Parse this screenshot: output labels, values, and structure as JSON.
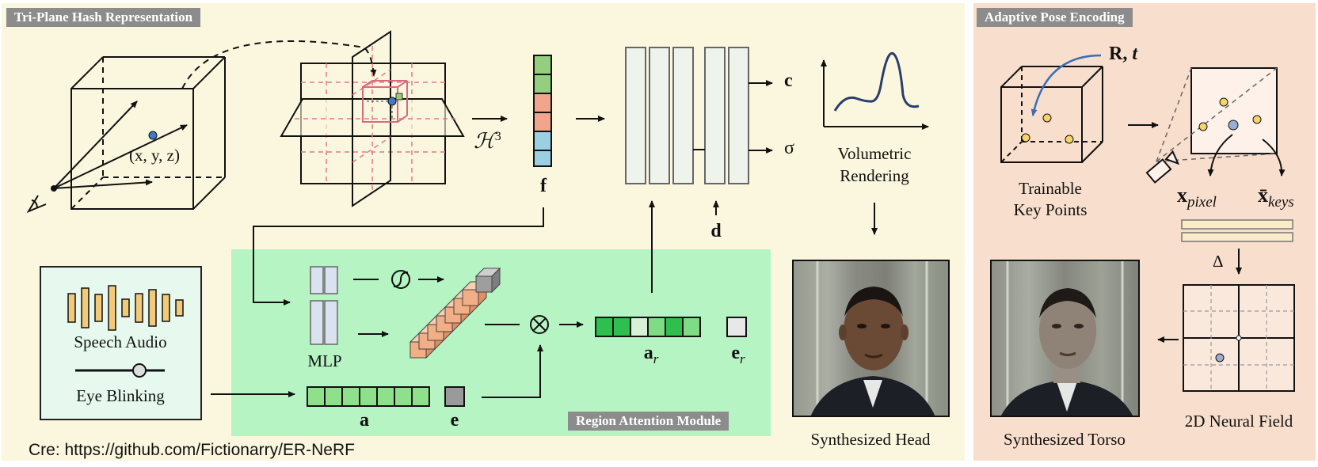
{
  "sections": {
    "left_title": "Tri-Plane Hash Representation",
    "right_title": "Adaptive Pose Encoding",
    "module_title": "Region Attention  Module"
  },
  "labels": {
    "coord": "(x, y, z)",
    "hash": "ℋ",
    "hash_exp": "3",
    "feature": "f",
    "color_out": "c",
    "density_out": "σ",
    "dir_in": "d",
    "volumetric_line1": "Volumetric",
    "volumetric_line2": "Rendering",
    "mlp": "MLP",
    "speech_audio": "Speech Audio",
    "eye_blinking": "Eye Blinking",
    "a": "a",
    "e": "e",
    "a_r": "a",
    "a_r_sub": "r",
    "e_r": "e",
    "e_r_sub": "r",
    "synth_head": "Synthesized Head",
    "rt": "R, ",
    "rt_t": "t",
    "trainable_line1": "Trainable",
    "trainable_line2": "Key Points",
    "x_pixel": "x",
    "x_pixel_sub": "pixel",
    "x_keys": "x̄",
    "x_keys_sub": "keys",
    "delta": "Δ",
    "neural_field": "2D Neural Field",
    "synth_torso": "Synthesized Torso",
    "credit": "Cre: https://github.com/Fictionarry/ER-NeRF"
  },
  "colors": {
    "panel_left": "#fbf7df",
    "panel_right": "#f8decd",
    "green_module": "#b6f4c4",
    "feature_green": "#93cf7e",
    "feature_orange": "#f2a58a",
    "feature_blue": "#9ccfe2",
    "mlp_block": "#eef3ec",
    "audio_bar": "#f2ca7a",
    "orange_cube": "#f2ae84",
    "attn_green": "#2fbf4f",
    "head_photo": "#7d7d70"
  }
}
